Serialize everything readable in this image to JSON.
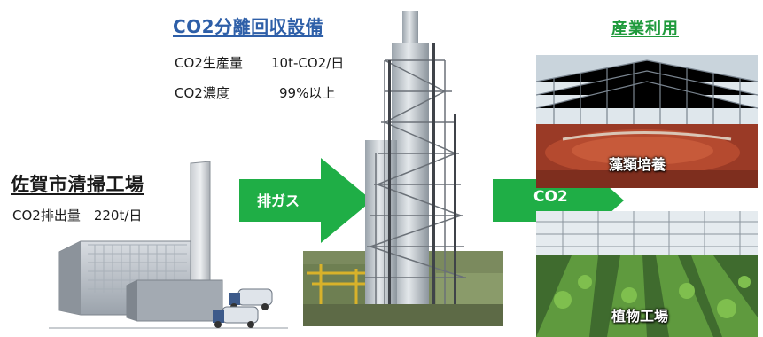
{
  "source": {
    "title": "佐賀市清掃工場",
    "emission": "CO2排出量　220t/日"
  },
  "flow_exhaust": {
    "label": "排ガス"
  },
  "capture": {
    "title": "CO2分離回収設備",
    "production_label": "CO2生産量",
    "production_value": "10t-CO2/日",
    "purity_label": "CO2濃度",
    "purity_value": "99%以上"
  },
  "flow_co2": {
    "label": "CO2"
  },
  "use": {
    "title": "産業利用",
    "algae_caption": "藻類培養",
    "plant_factory_caption": "植物工場"
  },
  "colors": {
    "arrow_green": "#1fae46",
    "capture_title": "#2e5fa8",
    "use_title": "#1f9a3c"
  }
}
